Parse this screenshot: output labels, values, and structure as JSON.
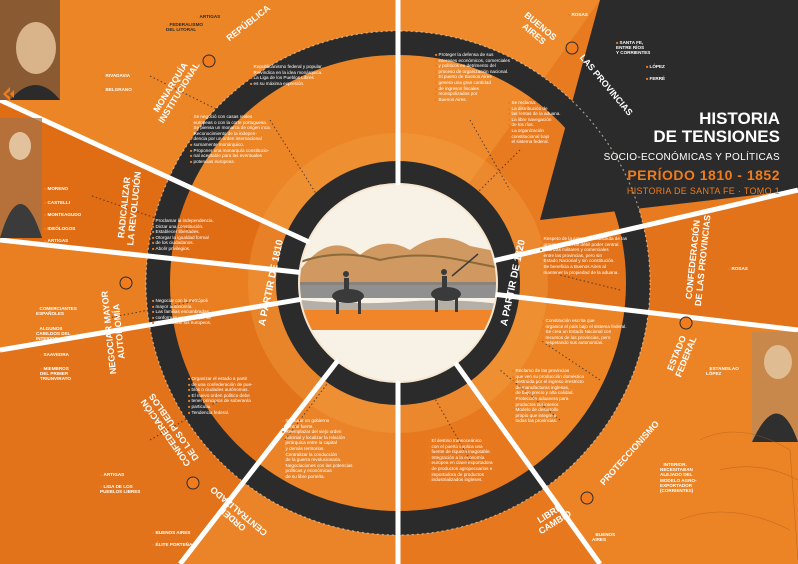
{
  "title": {
    "line1": "HISTORIA",
    "line2": "DE TENSIONES",
    "subtitle": "SOCIO-ECONÓMICAS Y POLÍTICAS",
    "period": "PERÍODO 1810 - 1852",
    "series": "HISTORIA DE SANTA FE · TOMO 1"
  },
  "center": {
    "left_label": "A PARTIR DE 1810",
    "right_label": "A PARTIR DE 1820"
  },
  "ring_labels": {
    "republica": "REPÚBLICA",
    "monarquia": "MONARQUÍA\nINSTITUCIONAL",
    "radicalizar": "RADICALIZAR\nLA REVOLUCIÓN",
    "negociar": "NEGOCIAR MAYOR\nAUTONOMÍA",
    "confederacion_pueblos": "CONFEDERACIÓN\nDE LOS PUEBLOS",
    "orden": "ORDEN\nCENTRALIZADO",
    "buenos_aires": "BUENOS\nAIRES",
    "provincias": "LAS PROVINCIAS",
    "confederacion_provincias": "CONFEDERACIÓN\nDE LAS PROVINCIAS",
    "estado_federal": "ESTADO\nFEDERAL",
    "proteccionismo": "PROTECCIONISMO",
    "libre_cambio": "LIBRE\nCAMBIO"
  },
  "tags": {
    "artigas_top": "ARTIGAS",
    "federalismo": "FEDERALISMO\nDEL LITORAL",
    "rivadavia": "RIVADAVIA",
    "belgrano": "BELGRANO",
    "moreno": "MORENO",
    "castelli": "CASTELLI",
    "monteagudo": "MONTEAGUDO",
    "ideologos": "IDEÓLOGOS",
    "artigas_mid": "ARTIGAS",
    "comerciantes": "COMERCIANTES\nESPAÑOLES",
    "cabildos": "ALGUNOS\nCABILDOS DEL\nINTERIOR",
    "saavedra": "SAAVEDRA",
    "miembros": "MIEMBROS\nDEL PRIMER\nTRIUNVIRATO",
    "artigas_low": "ARTIGAS",
    "liga": "LIGA DE LOS\nPUEBLOS LIBRES",
    "ba_low": "BUENOS AIRES",
    "elite": "ÉLITE PORTEÑA",
    "rosas_top": "ROSAS",
    "santa_fe": "SANTA FE,\nENTRE RÍOS\nY CORRIENTES",
    "lopez": "LÓPEZ",
    "ferre": "FERRÉ",
    "rosas_mid": "ROSAS",
    "estanislao": "ESTANISLAO\nLÓPEZ",
    "interior": "INTERIOR.\nNECESITABAN\nALEJADO DEL\nMODELO AGRO-\nEXPORTADOR\n(CORRIENTES)",
    "ba_right": "BUENOS\nAIRES"
  },
  "texts": {
    "republica": [
      "Republicanismo federal y popular.",
      "Reivindica en la idea monárquica.",
      "La Liga de los Pueblos Libres",
      "es su máxima expresión."
    ],
    "monarquia": [
      "Se negoció con casas reales",
      "europeas o con la corte portuguesa.",
      "Se piensa un monarca de origen inca.",
      "Reconocimiento de la indepen-",
      "dencia por un orden internacional",
      "sumamente monárquico.",
      "Proponer una monarquía constitucio-",
      "nal aceptable para las eventuales",
      "potencias europeas."
    ],
    "radicalizar": [
      "Proclamar la independencia.",
      "Dictar una constitución.",
      "Establecer libertades.",
      "Otorgar la igualdad formal",
      "de los ciudadanos.",
      "Abolir privilegios."
    ],
    "negociar": [
      "Negociar con la metrópoli",
      "mayor autonomía.",
      "Las familias encumbradas",
      "conforman una élite que se",
      "identifica con los europeos."
    ],
    "confed_pueblos": [
      "Organizar el estado a partir",
      "de una confederación de pue-",
      "blos o ciudades autónomas.",
      "El nuevo orden político debe",
      "tener principios de soberanía",
      "particular.",
      "Tendencia federal."
    ],
    "orden": [
      "Instaurar un gobierno",
      "central fuerte.",
      "Reemplazar del viejo orden",
      "colonial y localizar la relación",
      "jerárquica entre la capital",
      "y demás territorios.",
      "Centralizar la conducción",
      "de la guerra revolucionaria.",
      "Negociaciones con las potencias",
      "políticas y económicas",
      "de su libre porteña."
    ],
    "buenos_aires": [
      "Proteger la defensa de sus",
      "intereses económicos, comerciales",
      "y políticos en detrimento del",
      "proceso de organización nacional.",
      "El puerto de Buenos Aires",
      "genera una gran cantidad",
      "de ingresos fiscales",
      "monopolizados por",
      "Buenos Aires."
    ],
    "provincias": [
      "Se reclama:",
      "La distribución de",
      "las rentas de la aduana.",
      "La libre navegación",
      "de los ríos.",
      "La organización",
      "constitucional bajo",
      "el sistema federal."
    ],
    "confed_prov": [
      "Respeto de la autonomía absoluta de las",
      "provincias con un débil poder central.",
      "Alianzas militares y comerciales",
      "entre las provincias, pero sin",
      "Estado Nacional y sin constitución.",
      "Se beneficia a Buenos Aires al",
      "mantener la propiedad de la aduana."
    ],
    "estado_federal": [
      "Constitución escrita que",
      "organice el país bajo el sistema federal.",
      "Se crea un Estado Nacional con",
      "recursos de las provincias, pero",
      "respetando sus autonomías."
    ],
    "proteccionismo": [
      "Reclamo de las provincias",
      "que ven su producción doméstica",
      "destruida por el ingreso irrestricto",
      "de manufacturas inglesas,",
      "de bajo precio y alta calidad.",
      "Protección aduanera para",
      "productos del interior.",
      "Modelo de desarrollo",
      "propio que integre a",
      "todas las provincias."
    ],
    "libre_cambio": [
      "El destino transoceánico",
      "con el puerto implica una",
      "fuente de riqueza inagotable.",
      "Integración a la economía",
      "europea en clave exportadora",
      "de productos agropecuarios e",
      "importadora de productos",
      "industrializados ingleses."
    ]
  },
  "colors": {
    "orange": "#f07c1d",
    "orange_light": "#f59a3c",
    "dark": "#2b2b2b",
    "cream": "#f6e6cf"
  },
  "icons": [
    "navigation-arrow-icon",
    "logo-arrow-icon"
  ]
}
